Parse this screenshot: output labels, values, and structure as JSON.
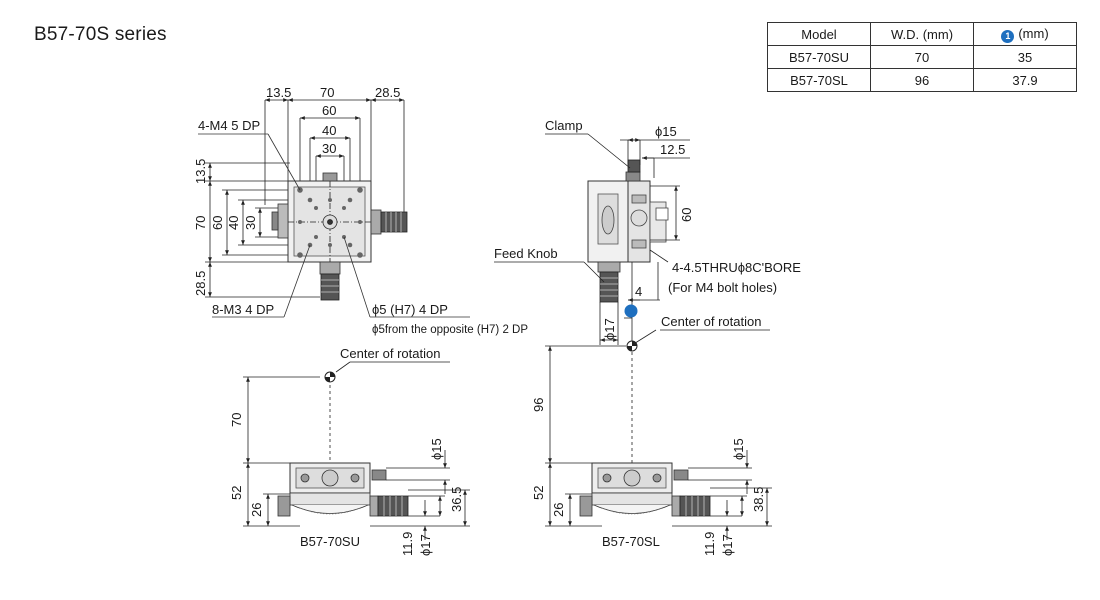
{
  "title": "B57-70S series",
  "accent_color": "#1e6fbf",
  "table": {
    "headers": [
      "Model",
      "W.D. (mm)",
      "(mm)"
    ],
    "marker": "1",
    "rows": [
      [
        "B57-70SU",
        "70",
        "35"
      ],
      [
        "B57-70SL",
        "96",
        "37.9"
      ]
    ]
  },
  "top_view": {
    "dims": {
      "d13_5": "13.5",
      "d70": "70",
      "d28_5": "28.5",
      "d60": "60",
      "d40": "40",
      "d30": "30",
      "v13_5": "13.5",
      "v70": "70",
      "v60": "60",
      "v40": "40",
      "v30": "30",
      "v28_5": "28.5"
    },
    "labels": {
      "tap_top": "4-M4 5 DP",
      "tap_bottom": "8-M3 4 DP",
      "pin_hole": "ϕ5 (H7) 4 DP",
      "pin_hole_note": "ϕ5from the opposite (H7) 2 DP"
    }
  },
  "side_view": {
    "labels": {
      "clamp": "Clamp",
      "feed_knob": "Feed Knob",
      "thru_holes": "4-4.5THRUϕ8C'BORE",
      "bolt_note": "(For M4 bolt holes)",
      "center_rotation": "Center of rotation"
    },
    "dims": {
      "phi15": "ϕ15",
      "d12_5": "12.5",
      "d60": "60",
      "d4": "4",
      "phi17": "ϕ17"
    }
  },
  "front_views": [
    {
      "model": "B57-70SU",
      "center_label": "Center of rotation",
      "wd": "70",
      "h52": "52",
      "h26": "26",
      "phi15": "ϕ15",
      "d36_5": "36.5",
      "d11_9": "11.9",
      "phi17": "ϕ17"
    },
    {
      "model": "B57-70SL",
      "wd": "96",
      "h52": "52",
      "h26": "26",
      "phi15": "ϕ15",
      "d38_5": "38.5",
      "d11_9": "11.9",
      "phi17": "ϕ17"
    }
  ]
}
